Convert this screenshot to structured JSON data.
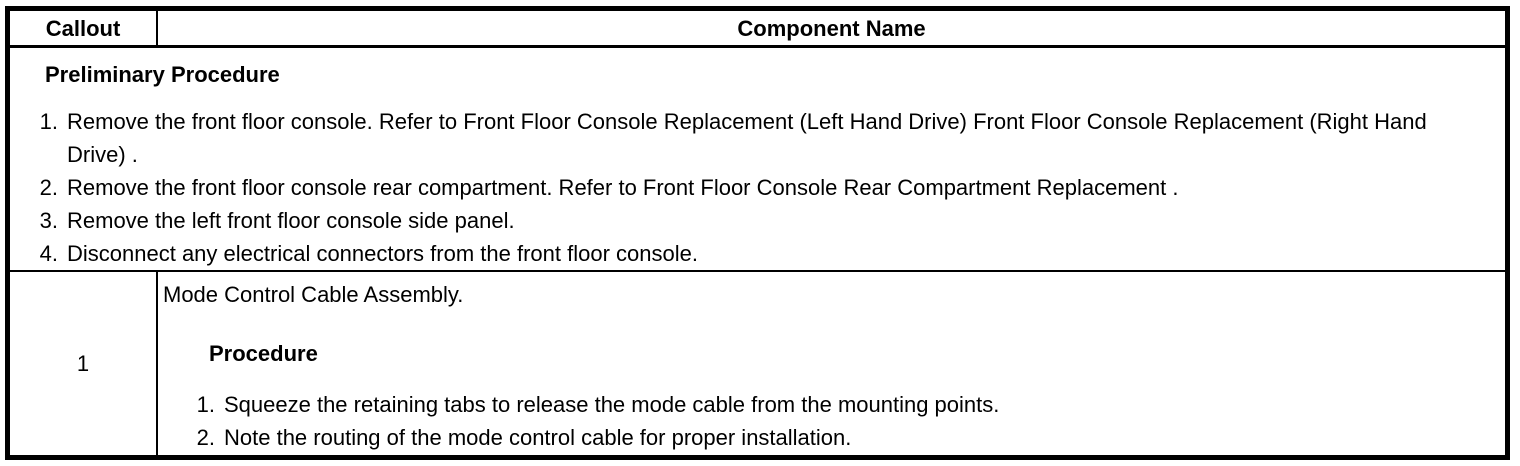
{
  "colors": {
    "border": "#000000",
    "text": "#000000",
    "background": "#ffffff"
  },
  "header": {
    "callout_label": "Callout",
    "component_name_label": "Component Name"
  },
  "preliminary": {
    "title": "Preliminary Procedure",
    "steps": [
      {
        "num": "1.",
        "text": "Remove the front floor console. Refer to Front Floor Console Replacement (Left Hand Drive) Front Floor Console Replacement (Right Hand Drive) ."
      },
      {
        "num": "2.",
        "text": "Remove the front floor console rear compartment. Refer to Front Floor Console Rear Compartment Replacement ."
      },
      {
        "num": "3.",
        "text": "Remove the left front floor console side panel."
      },
      {
        "num": "4.",
        "text": "Disconnect any electrical connectors from the front floor console."
      }
    ]
  },
  "callout_row": {
    "callout": "1",
    "component": "Mode Control Cable Assembly.",
    "procedure_title": "Procedure",
    "steps": [
      {
        "num": "1.",
        "text": "Squeeze the retaining tabs to release the mode cable from the mounting points."
      },
      {
        "num": "2.",
        "text": "Note the routing of the mode control cable for proper installation."
      }
    ]
  }
}
